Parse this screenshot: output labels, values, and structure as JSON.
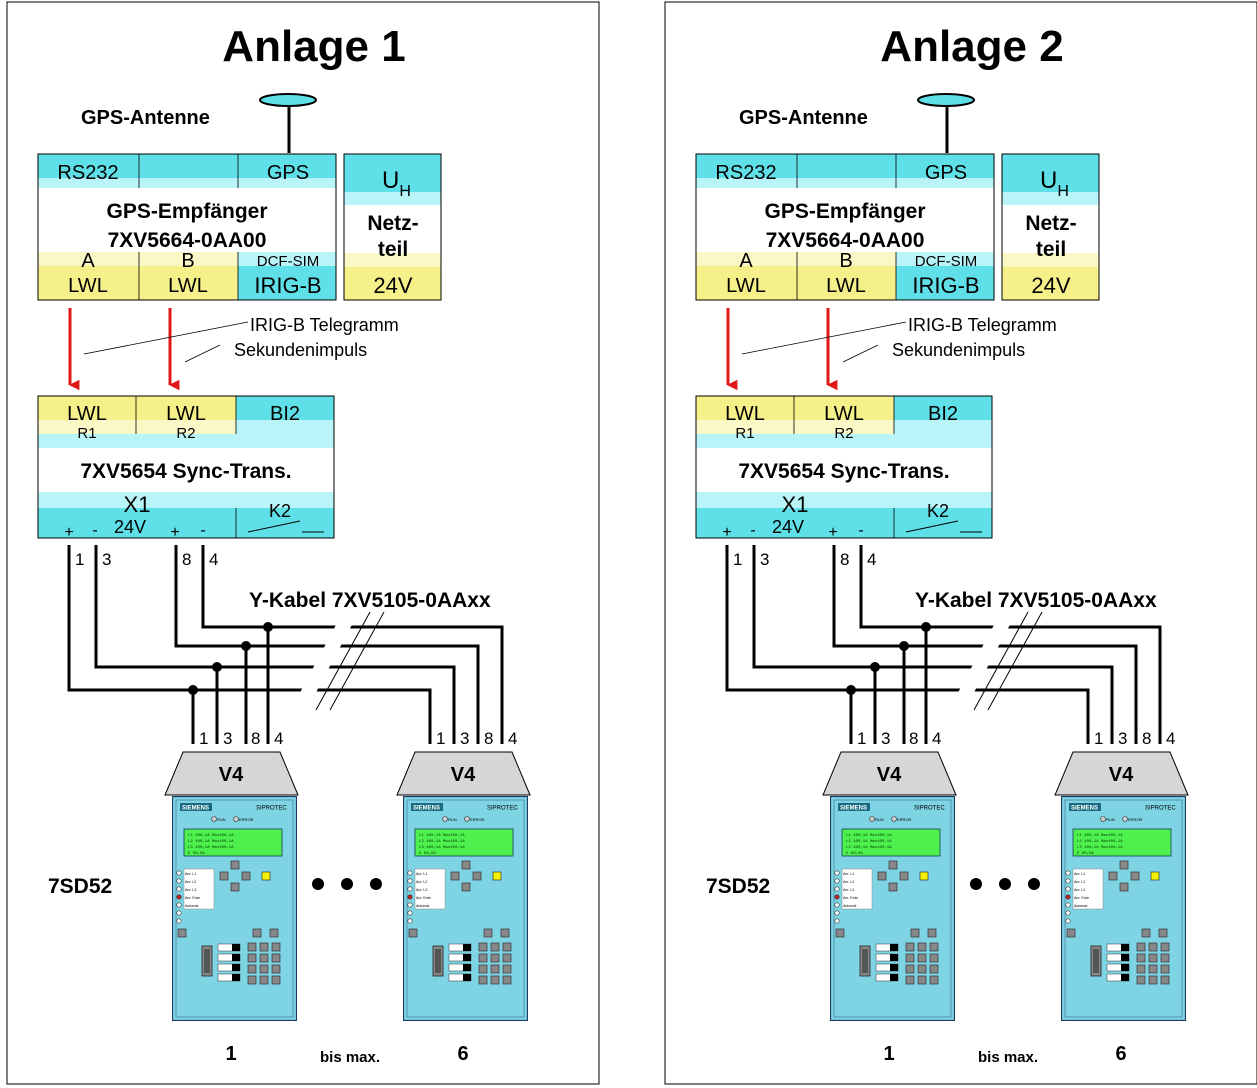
{
  "panels": [
    {
      "title": "Anlage 1",
      "antenna_label": "GPS-Antenne",
      "receiver": {
        "port_rs232": "RS232",
        "port_gps": "GPS",
        "name": "GPS-Empfänger",
        "model": "7XV5664-0AA00",
        "port_a": "A",
        "port_a_type": "LWL",
        "port_b": "B",
        "port_b_type": "LWL",
        "port_dcf": "DCF-SIM",
        "port_irig": "IRIG-B"
      },
      "power": {
        "uh_main": "U",
        "uh_sub": "H",
        "line1": "Netz-",
        "line2": "teil",
        "voltage": "24V"
      },
      "signals": {
        "irig": "IRIG-B Telegramm",
        "pulse": "Sekundenimpuls"
      },
      "transceiver": {
        "lwl1": "LWL",
        "r1": "R1",
        "lwl2": "LWL",
        "r2": "R2",
        "bi2": "BI2",
        "name": "7XV5654 Sync-Trans.",
        "x1": "X1",
        "plus1": "+",
        "minus1": "-",
        "voltage": "24V",
        "plus2": "+",
        "minus2": "-",
        "k2": "K2"
      },
      "wires": {
        "w1": "1",
        "w3": "3",
        "w8": "8",
        "w4": "4"
      },
      "cable_label": "Y-Kabel 7XV5105-0AAxx",
      "relay_label": "7SD52",
      "adapter": "V4",
      "pins": [
        "1",
        "3",
        "8",
        "4"
      ],
      "device": {
        "brand": "SIEMENS",
        "product": "SIPROTEC",
        "run": "RUN",
        "error": "ERROR",
        "lcd": [
          "L1 400,1A  Max400,1A",
          "L2 400,1A  Max400,1A",
          "L3 400,1A  Max400,1A",
          "E   00,0A"
        ],
        "leds": [
          "Anr. L1",
          "Anr. L2",
          "Anr. L3",
          "Anr. Erde",
          "Automat",
          "",
          ""
        ]
      },
      "device_first": "1",
      "device_last": "6",
      "range_label": "bis max."
    },
    {
      "title": "Anlage 2",
      "antenna_label": "GPS-Antenne",
      "receiver": {
        "port_rs232": "RS232",
        "port_gps": "GPS",
        "name": "GPS-Empfänger",
        "model": "7XV5664-0AA00",
        "port_a": "A",
        "port_a_type": "LWL",
        "port_b": "B",
        "port_b_type": "LWL",
        "port_dcf": "DCF-SIM",
        "port_irig": "IRIG-B"
      },
      "power": {
        "uh_main": "U",
        "uh_sub": "H",
        "line1": "Netz-",
        "line2": "teil",
        "voltage": "24V"
      },
      "signals": {
        "irig": "IRIG-B Telegramm",
        "pulse": "Sekundenimpuls"
      },
      "transceiver": {
        "lwl1": "LWL",
        "r1": "R1",
        "lwl2": "LWL",
        "r2": "R2",
        "bi2": "BI2",
        "name": "7XV5654 Sync-Trans.",
        "x1": "X1",
        "plus1": "+",
        "minus1": "-",
        "voltage": "24V",
        "plus2": "+",
        "minus2": "-",
        "k2": "K2"
      },
      "wires": {
        "w1": "1",
        "w3": "3",
        "w8": "8",
        "w4": "4"
      },
      "cable_label": "Y-Kabel 7XV5105-0AAxx",
      "relay_label": "7SD52",
      "adapter": "V4",
      "pins": [
        "1",
        "3",
        "8",
        "4"
      ],
      "device": {
        "brand": "SIEMENS",
        "product": "SIPROTEC",
        "run": "RUN",
        "error": "ERROR",
        "lcd": [
          "L1 400,1A  Max400,1A",
          "L2 400,1A  Max400,1A",
          "L3 400,1A  Max400,1A",
          "E   00,0A"
        ],
        "leds": [
          "Anr. L1",
          "Anr. L2",
          "Anr. L3",
          "Anr. Erde",
          "Automat",
          "",
          ""
        ]
      },
      "device_first": "1",
      "device_last": "6",
      "range_label": "bis max."
    }
  ],
  "colors": {
    "cyan": "#5fe0e8",
    "cyan_light": "#b8f4f8",
    "yellow": "#f6f08a",
    "yellow_light": "#fbf8c8",
    "arrow": "#e01818",
    "device_body": "#7fd4e4",
    "lcd": "#4ef04e",
    "led_yellow": "#f4f000",
    "led_red": "#c02020"
  }
}
